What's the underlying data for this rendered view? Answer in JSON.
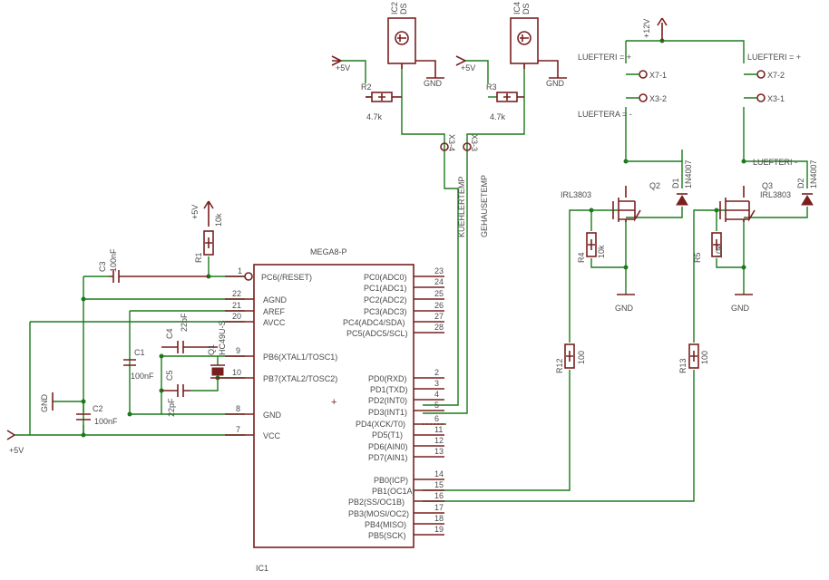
{
  "ic1": {
    "ref": "IC1",
    "value": "MEGA8-P",
    "left_pins": [
      {
        "num": "1",
        "name": "PC6(/RESET)"
      },
      {
        "num": "22",
        "name": "AGND"
      },
      {
        "num": "21",
        "name": "AREF"
      },
      {
        "num": "20",
        "name": "AVCC"
      },
      {
        "num": "9",
        "name": "PB6(XTAL1/TOSC1)"
      },
      {
        "num": "10",
        "name": "PB7(XTAL2/TOSC2)"
      },
      {
        "num": "8",
        "name": "GND"
      },
      {
        "num": "7",
        "name": "VCC"
      }
    ],
    "right_pins": [
      {
        "num": "23",
        "name": "PC0(ADC0)"
      },
      {
        "num": "24",
        "name": "PC1(ADC1)"
      },
      {
        "num": "25",
        "name": "PC2(ADC2)"
      },
      {
        "num": "26",
        "name": "PC3(ADC3)"
      },
      {
        "num": "27",
        "name": "PC4(ADC4/SDA)"
      },
      {
        "num": "28",
        "name": "PC5(ADC5/SCL)"
      },
      {
        "num": "2",
        "name": "PD0(RXD)"
      },
      {
        "num": "3",
        "name": "PD1(TXD)"
      },
      {
        "num": "4",
        "name": "PD2(INT0)"
      },
      {
        "num": "5",
        "name": "PD3(INT1)"
      },
      {
        "num": "6",
        "name": "PD4(XCK/T0)"
      },
      {
        "num": "11",
        "name": "PD5(T1)"
      },
      {
        "num": "12",
        "name": "PD6(AIN0)"
      },
      {
        "num": "13",
        "name": "PD7(AIN1)"
      },
      {
        "num": "14",
        "name": "PB0(ICP)"
      },
      {
        "num": "15",
        "name": "PB1(OC1A)"
      },
      {
        "num": "16",
        "name": "PB2(SS/OC1B)"
      },
      {
        "num": "17",
        "name": "PB3(MOSI/OC2)"
      },
      {
        "num": "18",
        "name": "PB4(MISO)"
      },
      {
        "num": "19",
        "name": "PB5(SCK)"
      }
    ]
  },
  "parts": {
    "r1": {
      "ref": "R1",
      "value": "10k"
    },
    "r2": {
      "ref": "R2",
      "value": "4.7k"
    },
    "r3": {
      "ref": "R3",
      "value": "4.7k"
    },
    "r4": {
      "ref": "R4",
      "value": "10k"
    },
    "r5": {
      "ref": "R5",
      "value": "10k"
    },
    "r12": {
      "ref": "R12",
      "value": "100"
    },
    "r13": {
      "ref": "R13",
      "value": "100"
    },
    "c1": {
      "ref": "C1",
      "value": "100nF"
    },
    "c2": {
      "ref": "C2",
      "value": "100nF"
    },
    "c3": {
      "ref": "C3",
      "value": "100nF"
    },
    "c4": {
      "ref": "C4",
      "value": "22pF"
    },
    "c5": {
      "ref": "C5",
      "value": "22pF"
    },
    "q1": {
      "ref": "Q1",
      "value": "HC49U-S"
    },
    "q2": {
      "ref": "Q2",
      "value": "IRL3803"
    },
    "q3": {
      "ref": "Q3",
      "value": "IRL3803"
    },
    "d1": {
      "ref": "D1",
      "value": "1N4007"
    },
    "d2": {
      "ref": "D2",
      "value": "1N4007"
    },
    "ic2": {
      "ref": "IC2",
      "value": "DS"
    },
    "ic4": {
      "ref": "IC4",
      "value": "DS"
    }
  },
  "supplies": {
    "v5": "+5V",
    "v12": "+12V",
    "gnd": "GND"
  },
  "connectors": {
    "x3_1": "X3-1",
    "x3_2": "X3-2",
    "x3_3": "X3-3",
    "x3_4": "X3-4",
    "x7_1": "X7-1",
    "x7_2": "X7-2"
  },
  "nets": {
    "luefteri_plus": "LUEFTERI = +",
    "luefteri_plus_2": "LUEFTERI = +",
    "luftera_minus": "LUEFTERA = -",
    "luefteri_minus": "LUEFTERI -",
    "kuehlertemp": "KUEHLERTEMP",
    "gehausetemp": "GEHAUSETEMP"
  },
  "colors": {
    "part": "#7a1f1f",
    "wire": "#1b7a1b",
    "text": "#4a4a4a"
  }
}
